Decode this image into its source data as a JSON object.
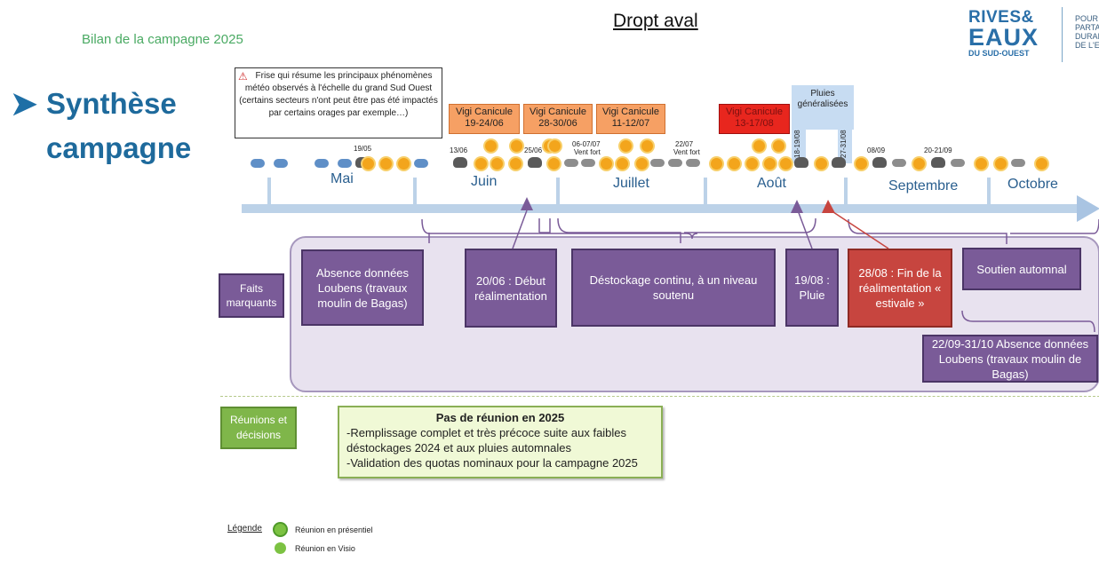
{
  "header": {
    "subtitle": "Bilan de la campagne 2025",
    "title": "Dropt aval",
    "logo_line1": "RIVES&",
    "logo_line2": "EAUX",
    "logo_line3": "DU SUD-OUEST",
    "tagline": "POUR\nPARTA\nDURAI\nDE L'E"
  },
  "section": {
    "arrow": "➤",
    "title": "Synthèse campagne"
  },
  "frise_note": "Frise qui résume les principaux phénomènes météo observés à l'échelle du grand Sud Ouest (certains secteurs n'ont peut être pas été impactés par certains orages par exemple…)",
  "alerts": [
    {
      "label": "Vigi Canicule",
      "dates": "19-24/06",
      "level": "orange"
    },
    {
      "label": "Vigi Canicule",
      "dates": "28-30/06",
      "level": "orange"
    },
    {
      "label": "Vigi Canicule",
      "dates": "11-12/07",
      "level": "orange"
    },
    {
      "label": "Vigi Canicule",
      "dates": "13-17/08",
      "level": "red"
    }
  ],
  "pluies": {
    "label": "Pluies généralisées",
    "start": "18-19/08",
    "end": "27-31/08"
  },
  "dates": {
    "d1": "19/05",
    "d2": "13/06",
    "d3": "25/06",
    "d4": "06-07/07",
    "d4b": "Vent fort",
    "d5": "22/07",
    "d5b": "Vent fort",
    "d6": "08/09",
    "d7": "20-21/09"
  },
  "months": [
    "Mai",
    "Juin",
    "Juillet",
    "Août",
    "Septembre",
    "Octobre"
  ],
  "faits_label": "Faits marquants",
  "events": [
    {
      "text": "Absence données Loubens (travaux moulin de Bagas)",
      "type": "purple"
    },
    {
      "text": "20/06 : Début réalimentation",
      "type": "purple"
    },
    {
      "text": "Déstockage continu, à un niveau soutenu",
      "type": "purple"
    },
    {
      "text": "19/08 : Pluie",
      "type": "purple"
    },
    {
      "text": "28/08 : Fin de la réalimentation « estivale »",
      "type": "red"
    },
    {
      "text": "Soutien automnal",
      "type": "purple"
    },
    {
      "text": "22/09-31/10 Absence données Loubens (travaux moulin de Bagas)",
      "type": "purple"
    }
  ],
  "reunions_label": "Réunions et décisions",
  "reunion": {
    "title": "Pas de réunion en 2025",
    "line1": "-Remplissage complet et très précoce suite aux faibles déstockages 2024 et aux pluies automnales",
    "line2": "-Validation des quotas nominaux pour la campagne 2025"
  },
  "legend": {
    "title": "Légende",
    "item1": "Réunion en présentiel",
    "item2": "Réunion en Visio"
  },
  "colors": {
    "accent_blue": "#1e6a9c",
    "event_purple": "#7a5b98",
    "event_red": "#c7453f",
    "alert_orange": "#f6a064",
    "alert_red": "#e8261e",
    "decision_green": "#7fb64a"
  },
  "icons": [
    "warning-icon",
    "rain-icon",
    "sun-icon",
    "storm-icon",
    "cloud-icon",
    "reunion-dot-icon"
  ]
}
